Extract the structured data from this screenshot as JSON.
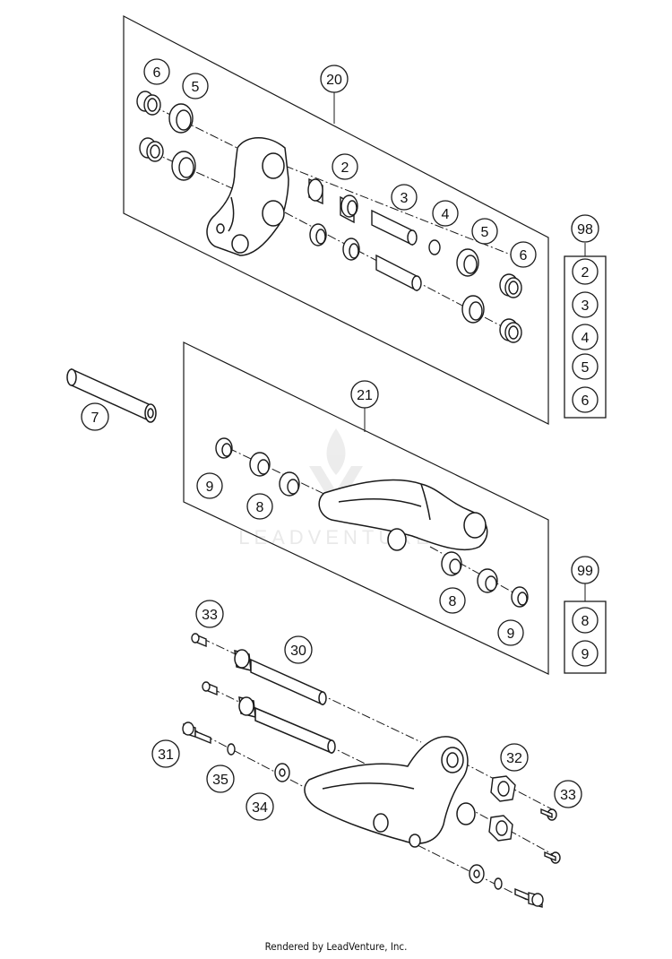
{
  "diagram": {
    "callouts": [
      "2",
      "3",
      "4",
      "5",
      "6",
      "7",
      "8",
      "9",
      "20",
      "21",
      "30",
      "31",
      "32",
      "33",
      "34",
      "35",
      "98",
      "99"
    ],
    "kit_98": {
      "label": "98",
      "items": [
        "2",
        "3",
        "4",
        "5",
        "6"
      ]
    },
    "kit_99": {
      "label": "99",
      "items": [
        "8",
        "9"
      ]
    },
    "watermark": "LEADVENTURE"
  },
  "footer": {
    "credit": "Rendered by LeadVenture, Inc."
  },
  "colors": {
    "line": "#1a1a1a",
    "fill": "#ffffff"
  }
}
